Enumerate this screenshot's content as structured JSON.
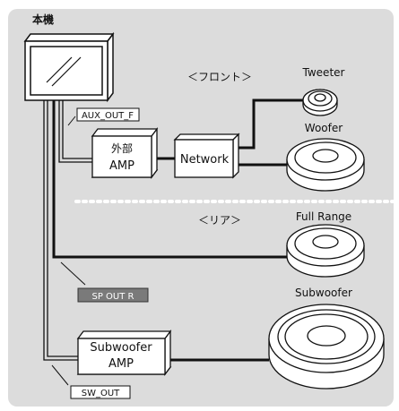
{
  "head_unit": {
    "label": "本機"
  },
  "outputs": {
    "aux_out_f": "AUX_OUT_F",
    "sp_out_r": "SP OUT R",
    "sw_out": "SW_OUT"
  },
  "components": {
    "external_amp": {
      "line1": "外部",
      "line2": "AMP"
    },
    "network": "Network",
    "subwoofer_amp": {
      "line1": "Subwoofer",
      "line2": "AMP"
    }
  },
  "sections": {
    "front": "＜フロント＞",
    "rear": "＜リア＞"
  },
  "speakers": {
    "tweeter": "Tweeter",
    "woofer": "Woofer",
    "full_range": "Full Range",
    "subwoofer": "Subwoofer"
  },
  "colors": {
    "panel_bg": "#dcdcdc",
    "sp_out_label_bg": "#7a7a7a",
    "wire": "#111111"
  }
}
